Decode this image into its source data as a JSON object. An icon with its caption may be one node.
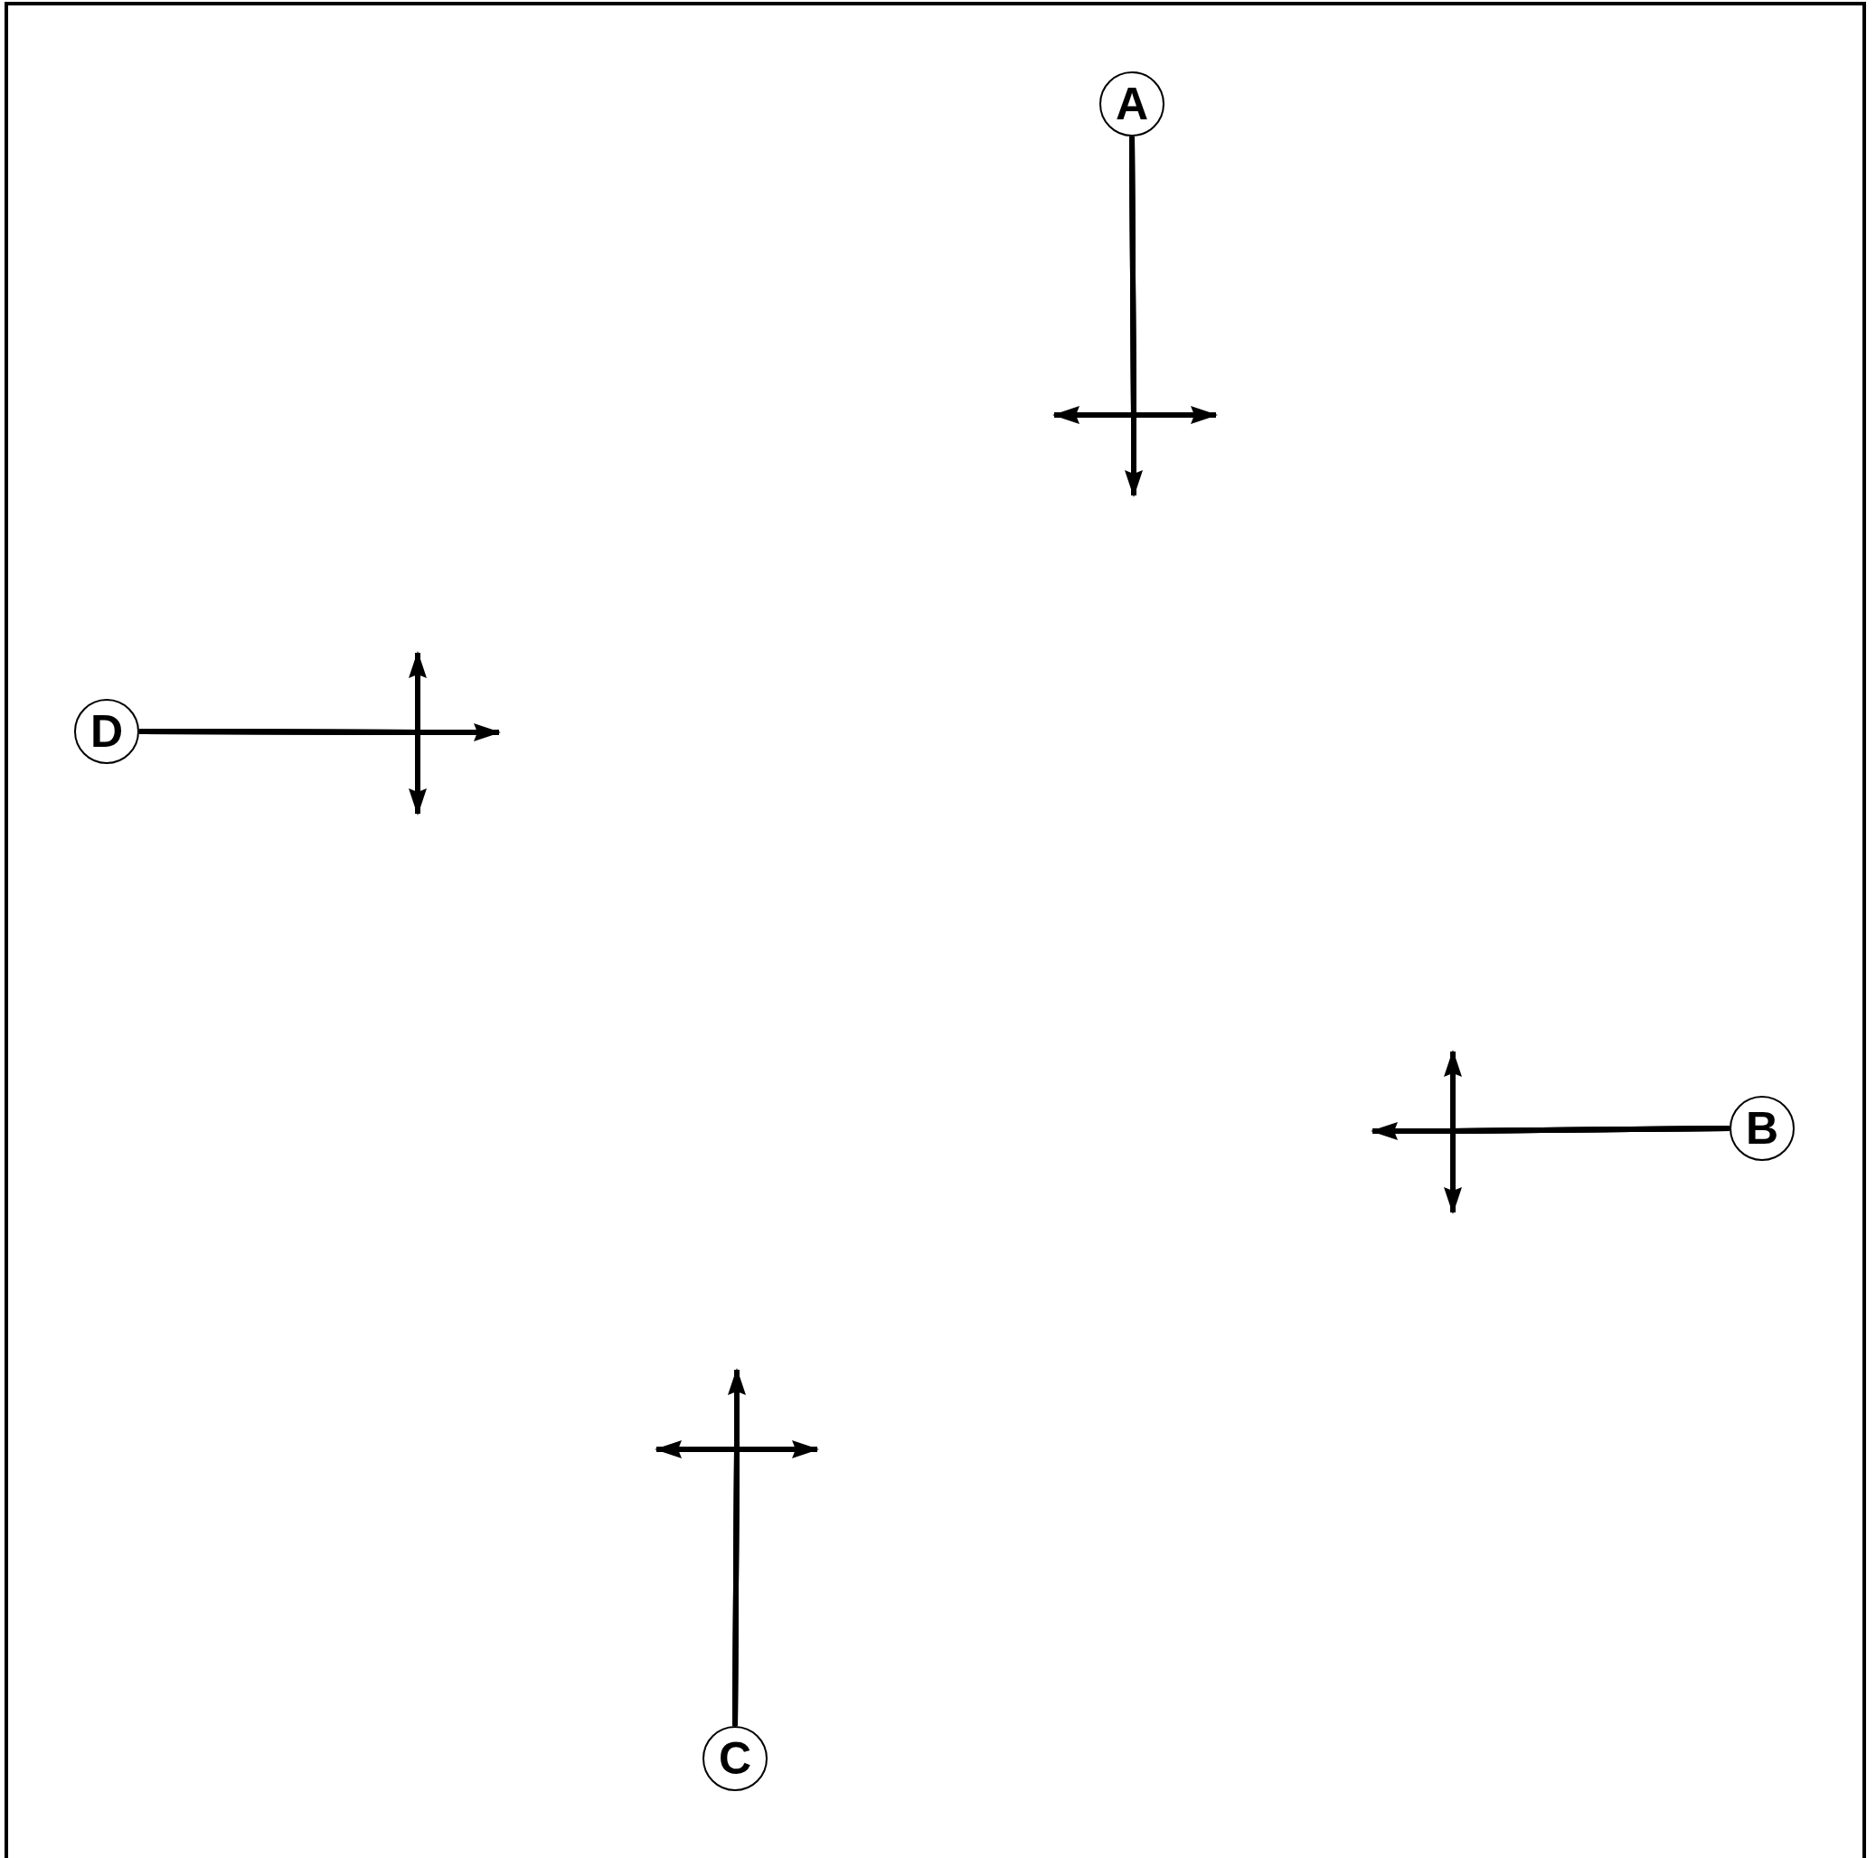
{
  "diagram": {
    "nodes": [
      {
        "text": [
          "A"
        ]
      },
      {
        "text": [
          "D"
        ]
      },
      {
        "text": [
          "B"
        ]
      },
      {
        "text": [
          "C"
        ]
      }
    ],
    "edges": [
      {
        "from": 0,
        "to": null,
        "arrow": "to"
      },
      {
        "from": 0,
        "to": null,
        "arrow": "to"
      },
      {
        "from": 0,
        "to": null,
        "arrow": "to"
      },
      {
        "from": 1,
        "to": null,
        "arrow": "to"
      },
      {
        "from": 1,
        "to": null,
        "arrow": "to"
      },
      {
        "from": 1,
        "to": null,
        "arrow": "to"
      },
      {
        "from": 2,
        "to": null,
        "arrow": "to"
      },
      {
        "from": 2,
        "to": null,
        "arrow": "to"
      },
      {
        "from": 2,
        "to": null,
        "arrow": "to"
      },
      {
        "from": 3,
        "to": null,
        "arrow": "to"
      },
      {
        "from": 3,
        "to": null,
        "arrow": "to"
      },
      {
        "from": 3,
        "to": null,
        "arrow": "to"
      }
    ]
  }
}
